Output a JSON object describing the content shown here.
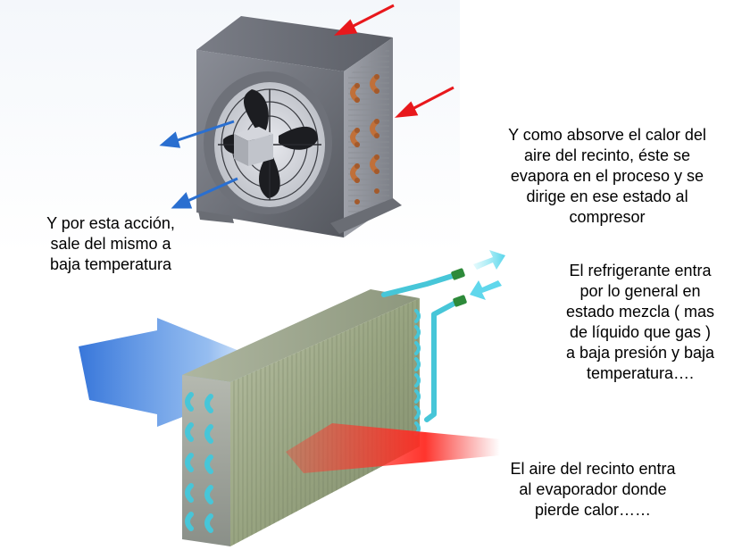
{
  "captions": {
    "absorb": "Y como absorve el calor del\naire del recinto, éste se\nevapora en el proceso y se\ndirige en ese estado al\ncompresor",
    "sale": "Y por esta acción,\nsale del mismo a\nbaja temperatura",
    "refrigerante": "El refrigerante entra\npor lo general en\nestado mezcla ( mas\nde líquido que gas )\na baja presión y baja\ntemperatura….",
    "aire": "El aire del recinto entra\nal evaporador donde\npierde calor……"
  },
  "colors": {
    "hot_air": "#e8181c",
    "cold_air": "#2a6fd0",
    "refrigerant_pipe": "#47c6d8",
    "coil_fins": "#9faa8a",
    "unit_housing": "#5e6068",
    "copper": "#c0703a"
  }
}
